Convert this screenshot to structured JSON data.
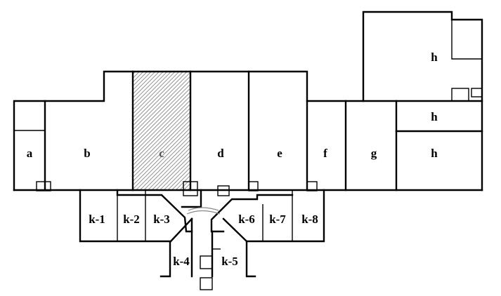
{
  "floor_plan": {
    "rooms": [
      {
        "id": "a",
        "label": "a",
        "hatched": false
      },
      {
        "id": "b",
        "label": "b",
        "hatched": false
      },
      {
        "id": "c",
        "label": "c",
        "hatched": true
      },
      {
        "id": "d",
        "label": "d",
        "hatched": false
      },
      {
        "id": "e",
        "label": "e",
        "hatched": false
      },
      {
        "id": "f",
        "label": "f",
        "hatched": false
      },
      {
        "id": "g",
        "label": "g",
        "hatched": false
      },
      {
        "id": "h-upper",
        "label": "h",
        "hatched": false
      },
      {
        "id": "h-middle",
        "label": "h",
        "hatched": false
      },
      {
        "id": "h-lower",
        "label": "h",
        "hatched": false
      },
      {
        "id": "k-1",
        "label": "k-1",
        "hatched": false
      },
      {
        "id": "k-2",
        "label": "k-2",
        "hatched": false
      },
      {
        "id": "k-3",
        "label": "k-3",
        "hatched": false
      },
      {
        "id": "k-4",
        "label": "k-4",
        "hatched": false
      },
      {
        "id": "k-5",
        "label": "k-5",
        "hatched": false
      },
      {
        "id": "k-6",
        "label": "k-6",
        "hatched": false
      },
      {
        "id": "k-7",
        "label": "k-7",
        "hatched": false
      },
      {
        "id": "k-8",
        "label": "k-8",
        "hatched": false
      }
    ],
    "colors": {
      "wall": "#000000",
      "hatch": "#777777",
      "background": "#ffffff"
    }
  }
}
